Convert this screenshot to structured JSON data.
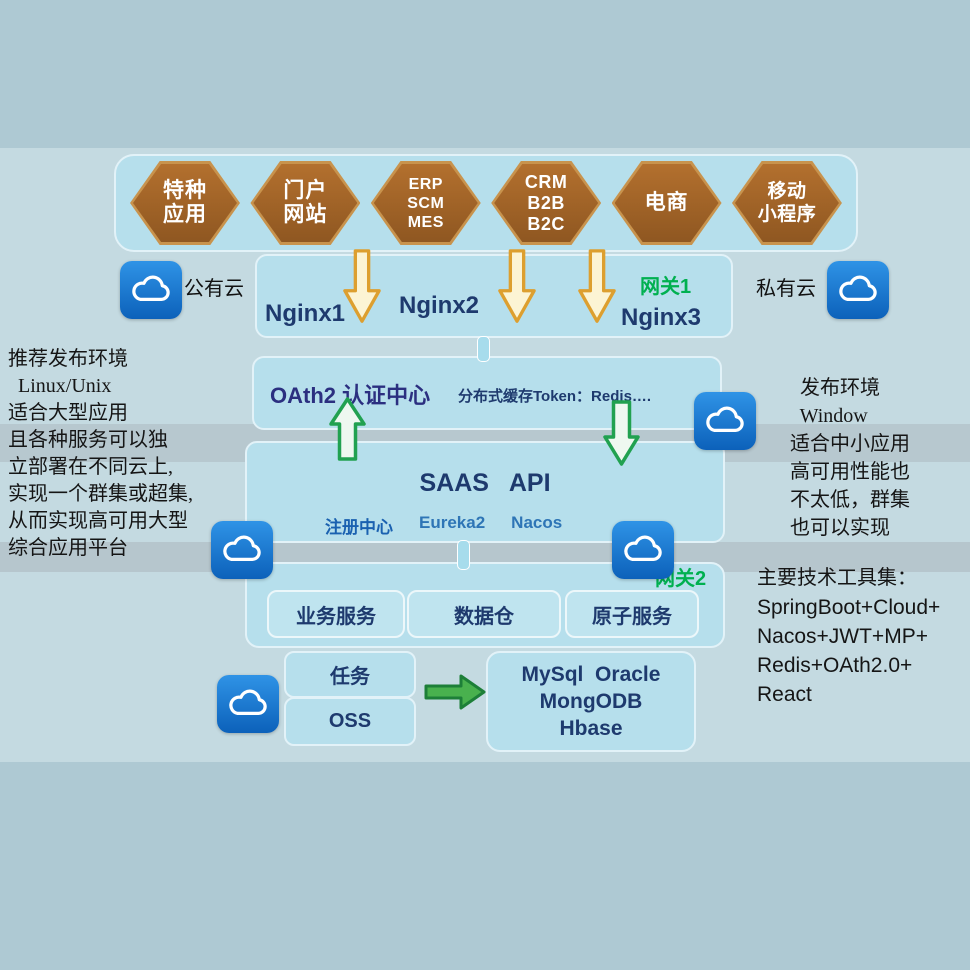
{
  "colors": {
    "background": "#aec9d3",
    "slide_band": "#c4dae1",
    "box_fill": "#b6dfec",
    "hexagon_brown": "#a86a2b",
    "navy_text": "#1e3a6e",
    "green_accent": "#00b050",
    "cloud_blue": "#1470c8",
    "arrow_orange": "#dfa02f"
  },
  "hexagons": [
    {
      "lines": [
        "特种",
        "应用"
      ]
    },
    {
      "lines": [
        "门户",
        "网站"
      ]
    },
    {
      "lines": [
        "ERP",
        "SCM",
        "MES"
      ]
    },
    {
      "lines": [
        "CRM",
        "B2B",
        "B2C"
      ]
    },
    {
      "lines": [
        "电商"
      ]
    },
    {
      "lines": [
        "移动",
        "小程序"
      ]
    }
  ],
  "cloud_labels": {
    "public": "公有云",
    "private": "私有云"
  },
  "gateway_row": {
    "gateway1": "网关1",
    "nginx1": "Nginx1",
    "nginx2": "Nginx2",
    "nginx3": "Nginx3"
  },
  "oauth_row": {
    "title": "OAth2 认证中心",
    "cache_note": "分布式缓存Token：Redis…."
  },
  "saas_box": {
    "title": "SAAS   API",
    "registry_label": "注册中心",
    "registry_item1": "Eureka2",
    "registry_item2": "Nacos"
  },
  "gateway2_label": "网关2",
  "service_row": {
    "business": "业务服务",
    "warehouse": "数据仓",
    "atomic": "原子服务"
  },
  "storage": {
    "task": "任务",
    "oss": "OSS"
  },
  "db_box": {
    "line1": "MySql  Oracle",
    "line2": "MongODB",
    "line3": "Hbase"
  },
  "left_note": {
    "lines": [
      "推荐发布环境",
      "  Linux/Unix",
      "适合大型应用",
      "且各种服务可以独",
      "立部署在不同云上,",
      "实现一个群集或超集,",
      "从而实现高可用大型",
      "综合应用平台"
    ]
  },
  "right_note": {
    "lines": [
      "  发布环境",
      "  Window",
      "适合中小应用",
      "高可用性能也",
      "不太低，群集",
      "也可以实现"
    ]
  },
  "tech_note": {
    "title": "主要技术工具集：",
    "lines": [
      "SpringBoot+Cloud+",
      "Nacos+JWT+MP+",
      "Redis+OAth2.0+",
      "React"
    ]
  }
}
